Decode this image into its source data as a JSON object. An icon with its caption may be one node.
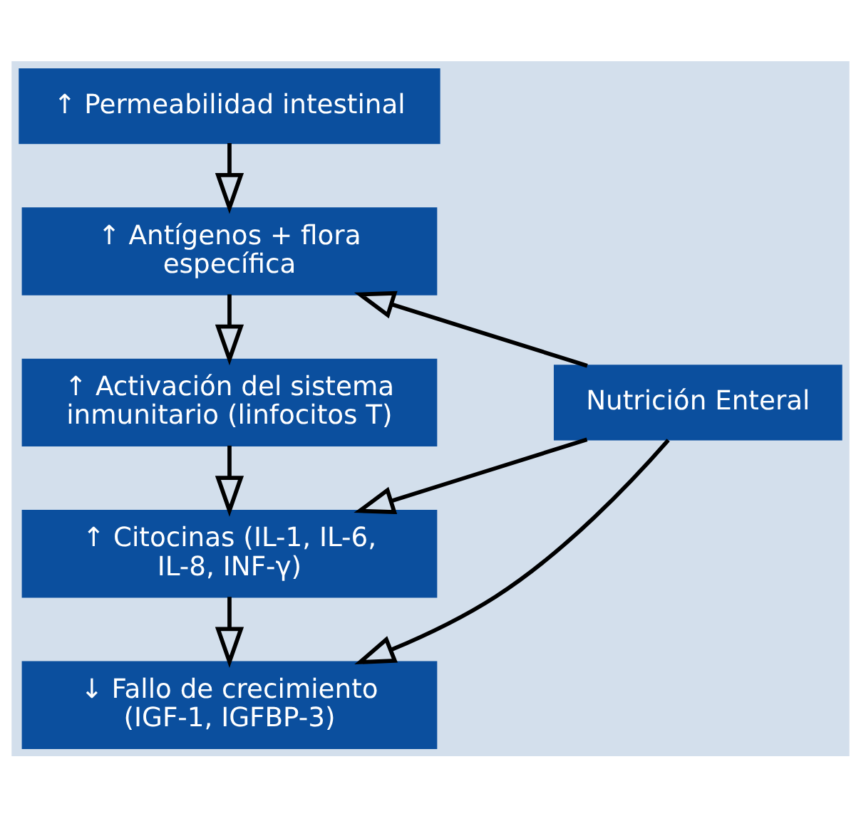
{
  "diagram": {
    "nodes": [
      {
        "text": [
          "↑ Permeabilidad intestinal"
        ]
      },
      {
        "text": [
          "↑ Antígenos + flora específica"
        ]
      },
      {
        "text": [
          "↑ Activación del sistema inmunitario (linfocitos T)"
        ]
      },
      {
        "text": [
          "↑ Citocinas (IL-1, IL-6, IL-8, INF-γ)"
        ]
      },
      {
        "text": [
          "↓ Fallo de crecimiento (IGF-1, IGFBP-3)"
        ]
      },
      {
        "text": [
          "Nutrición Enteral"
        ]
      }
    ],
    "edges": [
      {
        "from": 0,
        "to": 1,
        "arrow": "to"
      },
      {
        "from": 1,
        "to": 2,
        "arrow": "to"
      },
      {
        "from": 2,
        "to": 3,
        "arrow": "to"
      },
      {
        "from": 3,
        "to": 4,
        "arrow": "to"
      },
      {
        "from": 5,
        "to": 1,
        "arrow": "to"
      },
      {
        "from": 5,
        "to": 3,
        "arrow": "to"
      },
      {
        "from": 5,
        "to": 4,
        "arrow": "to"
      }
    ]
  }
}
